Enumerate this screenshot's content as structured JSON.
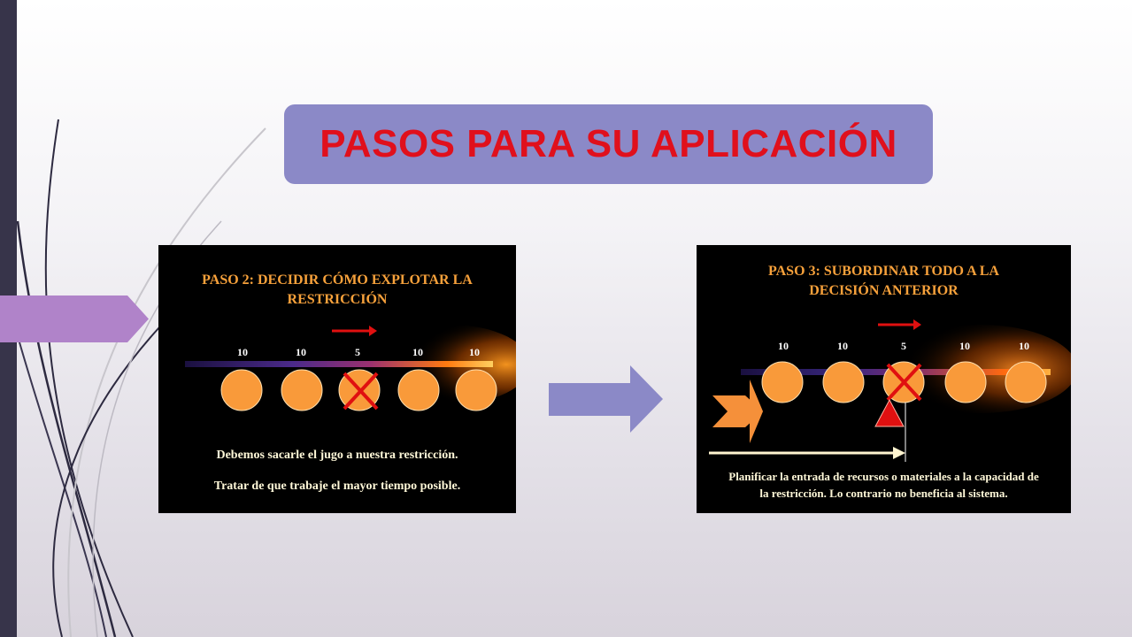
{
  "slide": {
    "title": "PASOS PARA SU APLICACIÓN",
    "accent_colors": {
      "title_box": "#8b89c7",
      "title_text": "#e0101c",
      "side_tab": "#b083c9",
      "left_bar": "#37344a"
    }
  },
  "panel1": {
    "title_line1": "PASO 2: DECIDIR CÓMO EXPLOTAR LA",
    "title_line2": "RESTRICCIÓN",
    "capacities": [
      "10",
      "10",
      "5",
      "10",
      "10"
    ],
    "text_line1": "Debemos sacarle el jugo a nuestra restricción.",
    "text_line2": "Tratar de que trabaje el mayor tiempo posible."
  },
  "panel2": {
    "title_line1": "PASO 3: SUBORDINAR TODO A LA",
    "title_line2": "DECISIÓN ANTERIOR",
    "capacities": [
      "10",
      "10",
      "5",
      "10",
      "10"
    ],
    "text_line1": "Planificar la entrada de recursos o materiales a la capacidad de",
    "text_line2": "la restricción.   Lo contrario no beneficia al sistema."
  }
}
